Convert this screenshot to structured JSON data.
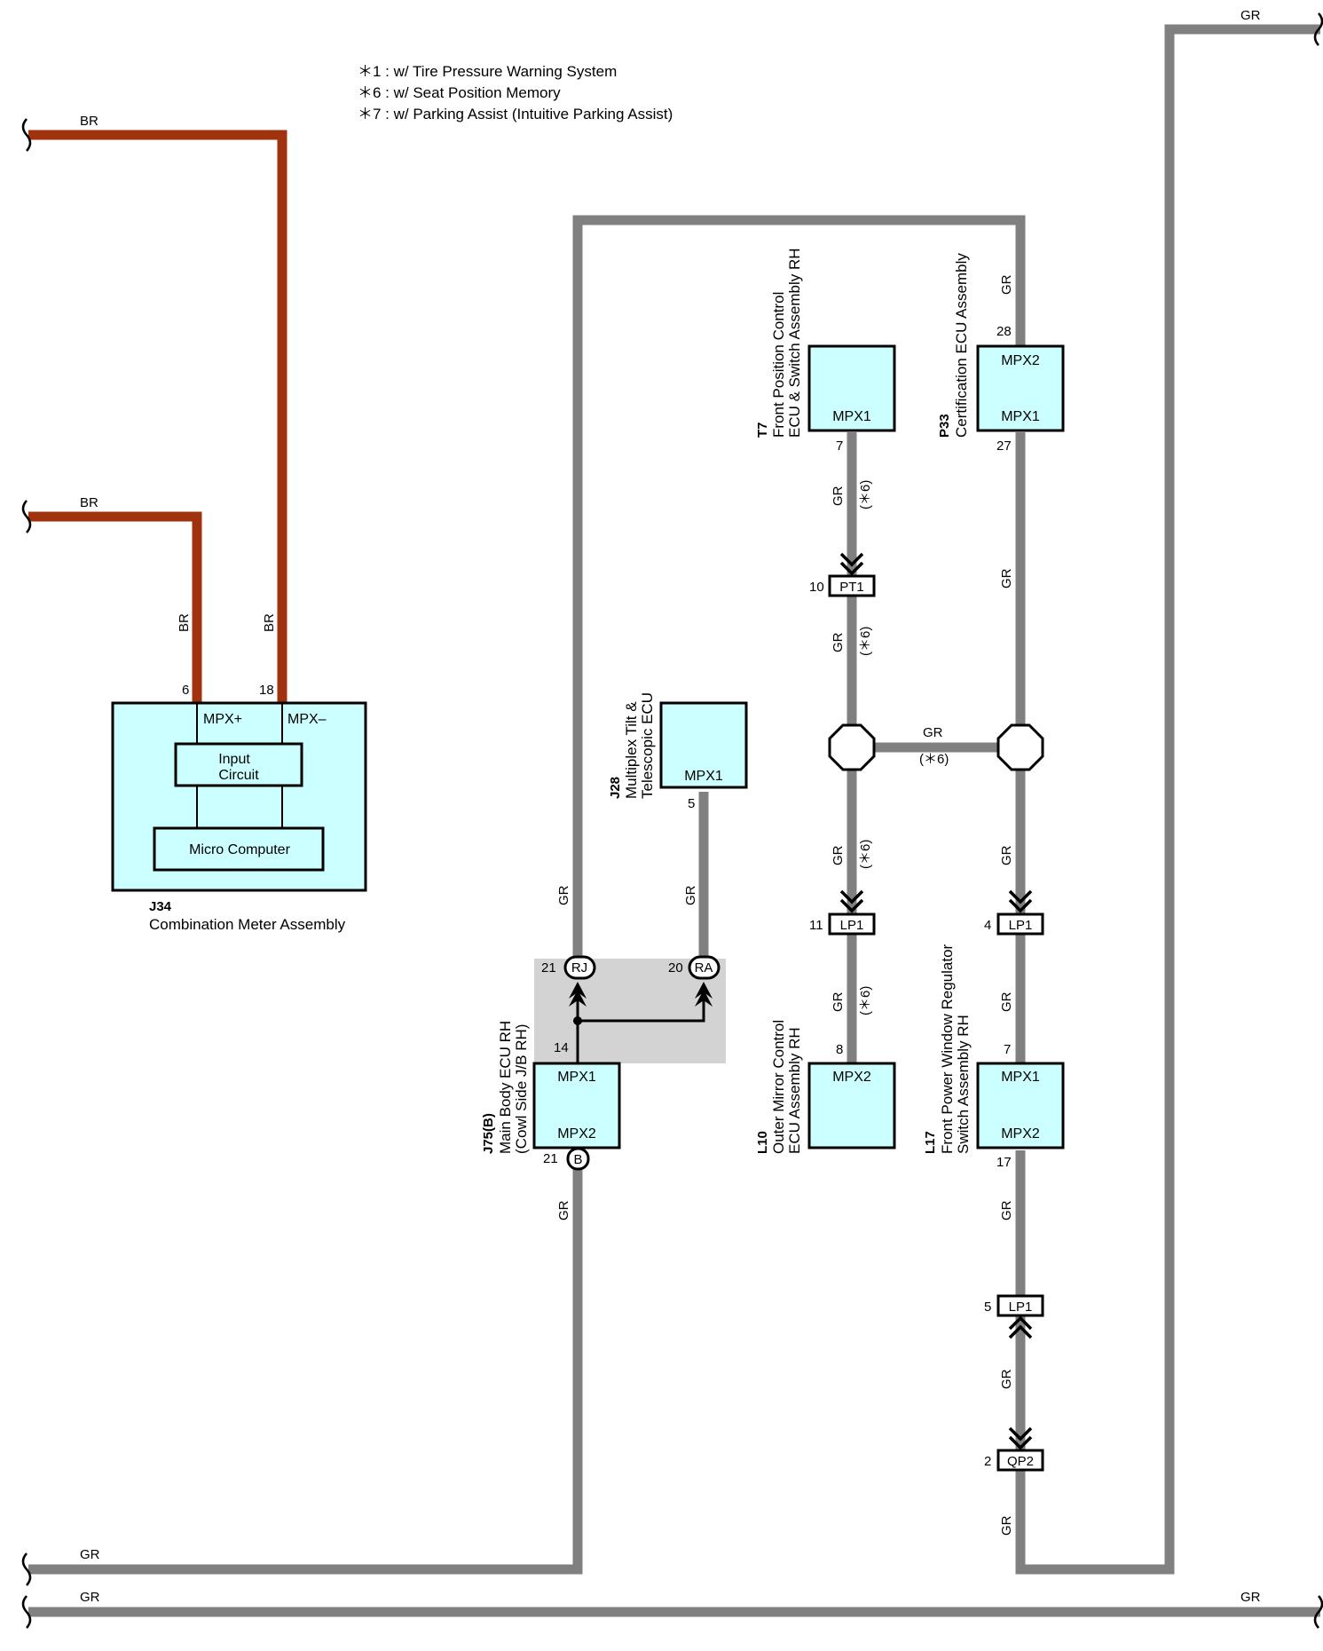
{
  "notes": [
    "＊1 : w/ Tire Pressure Warning System",
    "＊6 : w/ Seat Position Memory",
    "＊7 : w/ Parking Assist (Intuitive Parking Assist)"
  ],
  "colors": {
    "gr_wire": "#808080",
    "br_wire": "#a0330d",
    "component_fill": "#ccffff",
    "jb_shade": "#d3d3d3"
  },
  "wires": {
    "br": "BR",
    "gr": "GR",
    "opt6": "(＊6)"
  },
  "components": {
    "j34": {
      "code": "J34",
      "name": "Combination Meter Assembly",
      "mpx_plus": "MPX+",
      "mpx_minus": "MPX–",
      "input_circuit_1": "Input",
      "input_circuit_2": "Circuit",
      "micro": "Micro Computer",
      "pin_plus": "6",
      "pin_minus": "18"
    },
    "j75": {
      "code": "J75(B)",
      "name1": "Main Body ECU RH",
      "name2": "(Cowl Side J/B RH)",
      "mpx1": "MPX1",
      "mpx2": "MPX2",
      "pin_mpx1": "14",
      "pin_mpx2": "21",
      "conn_b": "B"
    },
    "jb": {
      "rj_pin": "21",
      "rj_conn": "RJ",
      "ra_pin": "20",
      "ra_conn": "RA"
    },
    "j28": {
      "code": "J28",
      "name1": "Multiplex Tilt &",
      "name2": "Telescopic ECU",
      "mpx1": "MPX1",
      "pin": "5"
    },
    "t7": {
      "code": "T7",
      "name1": "Front Position Control",
      "name2": "ECU & Switch Assembly RH",
      "mpx1": "MPX1",
      "pin": "7"
    },
    "p33": {
      "code": "P33",
      "name": "Certification ECU Assembly",
      "mpx2": "MPX2",
      "mpx1": "MPX1",
      "pin_mpx2": "28",
      "pin_mpx1": "27"
    },
    "l10": {
      "code": "L10",
      "name1": "Outer Mirror Control",
      "name2": "ECU Assembly RH",
      "mpx2": "MPX2",
      "pin": "8"
    },
    "l17": {
      "code": "L17",
      "name1": "Front Power Window Regulator",
      "name2": "Switch Assembly RH",
      "mpx1": "MPX1",
      "mpx2": "MPX2",
      "pin_mpx1": "7",
      "pin_mpx2": "17"
    }
  },
  "connectors": {
    "pt1": {
      "label": "PT1",
      "pin": "10"
    },
    "lp1_a": {
      "label": "LP1",
      "pin": "11"
    },
    "lp1_b": {
      "label": "LP1",
      "pin": "4"
    },
    "lp1_c": {
      "label": "LP1",
      "pin": "5"
    },
    "qp2": {
      "label": "QP2",
      "pin": "2"
    }
  }
}
